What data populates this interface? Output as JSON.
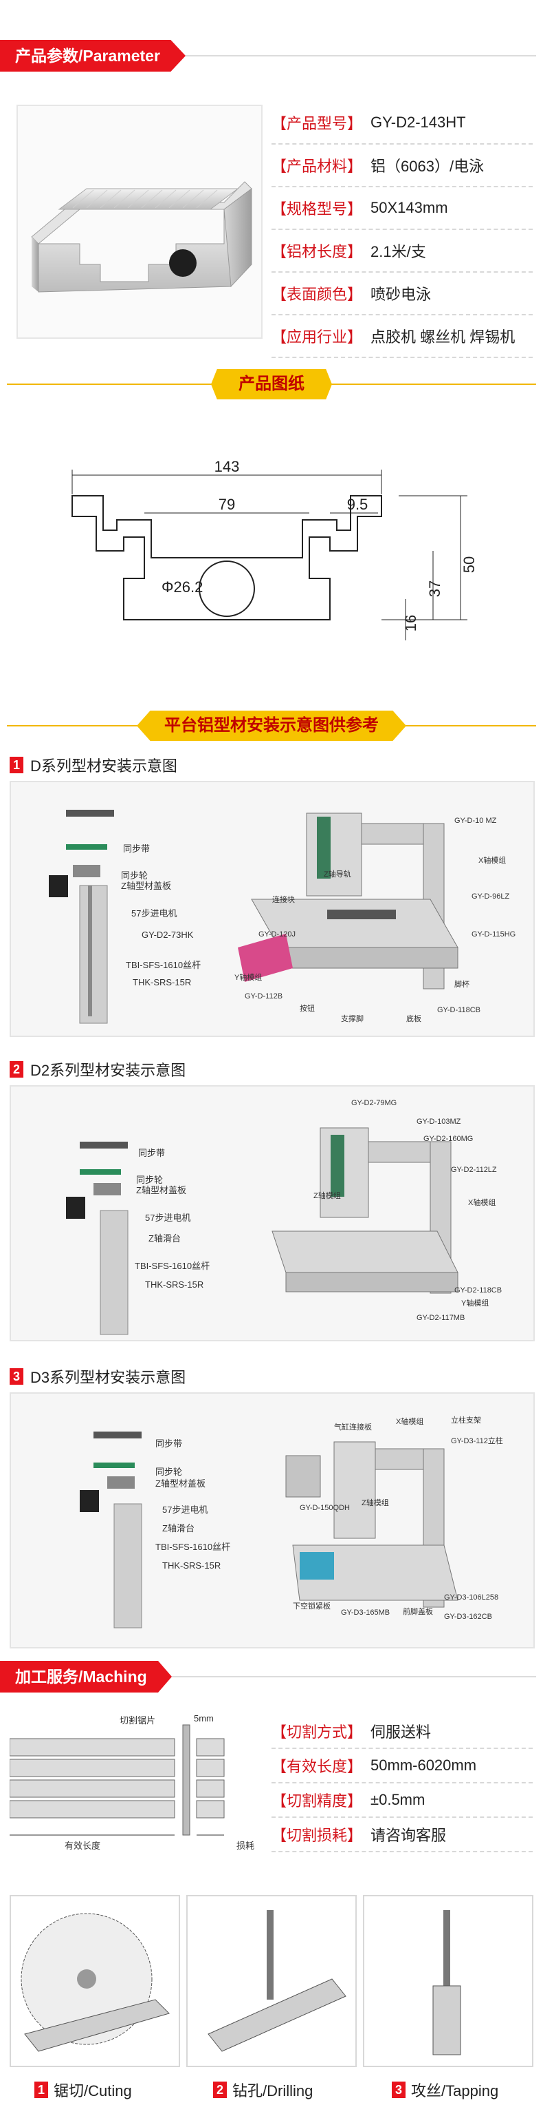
{
  "section1": {
    "title": "产品参数/Parameter"
  },
  "params": [
    {
      "key": "【产品型号】",
      "value": "GY-D2-143HT"
    },
    {
      "key": "【产品材料】",
      "value": "铝（6063）/电泳"
    },
    {
      "key": "【规格型号】",
      "value": "50X143mm"
    },
    {
      "key": "【铝材长度】",
      "value": "2.1米/支"
    },
    {
      "key": "【表面颜色】",
      "value": "喷砂电泳"
    },
    {
      "key": "【应用行业】",
      "value": "点胶机 螺丝机 焊锡机"
    }
  ],
  "drawing_title": "产品图纸",
  "dimensions": {
    "width": "143",
    "inner": "79",
    "slot": "9.5",
    "hole": "Φ26.2",
    "h50": "50",
    "h37": "37",
    "h16": "16"
  },
  "install_title": "平台铝型材安装示意图供参考",
  "install": [
    {
      "num": "1",
      "title": "D系列型材安装示意图",
      "left_labels": [
        "同步带",
        "同步轮",
        "Z轴型材盖板",
        "57步进电机",
        "GY-D2-73HK",
        "TBI-SFS-1610丝杆",
        "THK-SRS-15R"
      ],
      "right_labels": [
        "GY-D-10 MZ",
        "Z轴导轨",
        "X轴模组",
        "连接块",
        "GY-D-96LZ",
        "GY-D-120J",
        "GY-D-115HG",
        "GY-D-112B",
        "Y轴模组",
        "脚杯",
        "按钮",
        "支撑脚",
        "底板",
        "GY-D-118CB"
      ]
    },
    {
      "num": "2",
      "title": "D2系列型材安装示意图",
      "left_labels": [
        "同步带",
        "同步轮",
        "Z轴型材盖板",
        "57步进电机",
        "Z轴滑台",
        "TBI-SFS-1610丝杆",
        "THK-SRS-15R"
      ],
      "right_labels": [
        "GY-D2-79MG",
        "GY-D-103MZ",
        "GY-D2-160MG",
        "GY-D2-112LZ",
        "Z轴模组",
        "X轴模组",
        "GY-D2-118CB",
        "Y轴模组",
        "GY-D2-117MB"
      ]
    },
    {
      "num": "3",
      "title": "D3系列型材安装示意图",
      "left_labels": [
        "同步带",
        "同步轮",
        "Z轴型材盖板",
        "57步进电机",
        "Z轴滑台",
        "TBI-SFS-1610丝杆",
        "THK-SRS-15R"
      ],
      "right_labels": [
        "气缸连接板",
        "X轴模组",
        "立柱支架",
        "GY-D3-112立柱",
        "GY-D-150QDH",
        "Z轴模组",
        "GY-D3-106L258",
        "下空锁紧板",
        "GY-D3-165MB",
        "前脚盖板",
        "GY-D3-162CB"
      ]
    }
  ],
  "section2": {
    "title": "加工服务/Maching"
  },
  "cut_diagram": {
    "blade": "切割锯片",
    "gap": "5mm",
    "length": "有效长度",
    "loss": "损耗"
  },
  "processing": [
    {
      "key": "【切割方式】",
      "value": "伺服送料"
    },
    {
      "key": "【有效长度】",
      "value": "50mm-6020mm"
    },
    {
      "key": "【切割精度】",
      "value": "±0.5mm"
    },
    {
      "key": "【切割损耗】",
      "value": "请咨询客服"
    }
  ],
  "services": [
    {
      "num": "1",
      "label": "锯切/Cuting"
    },
    {
      "num": "2",
      "label": "钻孔/Drilling"
    },
    {
      "num": "3",
      "label": "攻丝/Tapping"
    }
  ],
  "colors": {
    "red": "#e8141d",
    "yellow": "#f7c300",
    "gray": "#dcdcdc"
  }
}
